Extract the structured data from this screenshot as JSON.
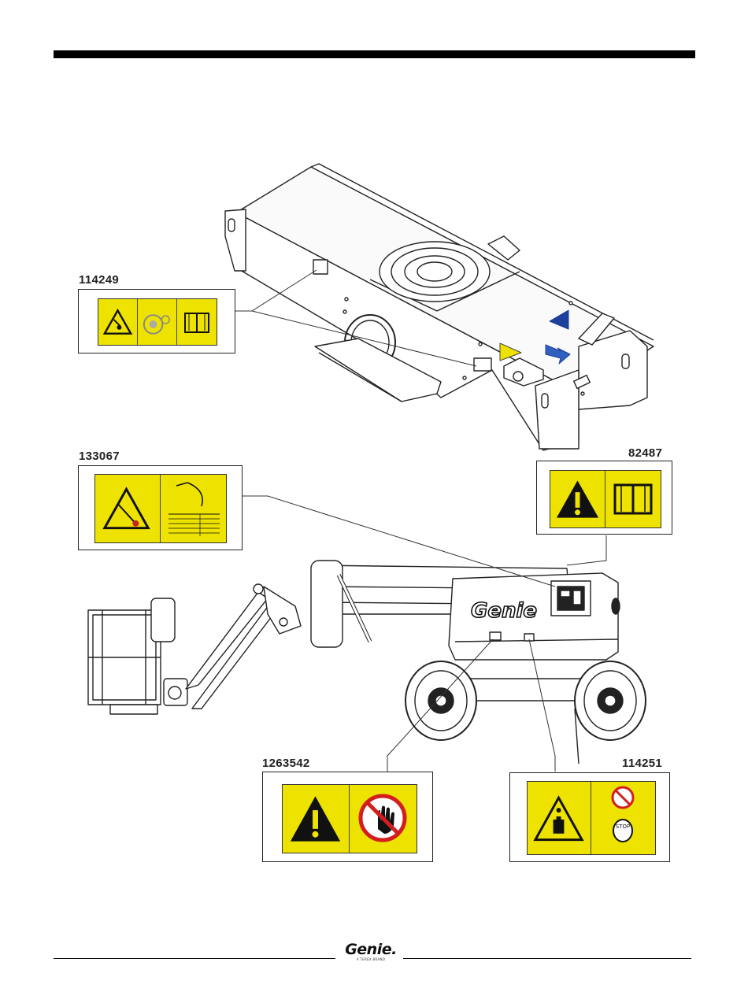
{
  "decals": [
    {
      "id": "114249",
      "panels": [
        "warning-triangle-crush-icon",
        "tire-wheel-icon",
        "manual-book-icon"
      ]
    },
    {
      "id": "133067",
      "panels": [
        "warning-triangle-boom-icon",
        "load-chart-icon"
      ]
    },
    {
      "id": "82487",
      "panels": [
        "warning-triangle-icon",
        "manual-book-icon"
      ]
    },
    {
      "id": "1263542",
      "panels": [
        "warning-triangle-icon",
        "no-hand-prohibition-icon"
      ]
    },
    {
      "id": "114251",
      "panels": [
        "warning-triangle-battery-icon",
        "stop-no-smoking-icon"
      ]
    }
  ],
  "brand": {
    "machine_logo": "Genie",
    "footer_logo": "Genie.",
    "footer_tag": "A TEREX BRAND"
  },
  "colors": {
    "decal_yellow": "#ede200",
    "arrow_blue": "#1f3f9c",
    "prohibition_red": "#d41e1e"
  }
}
